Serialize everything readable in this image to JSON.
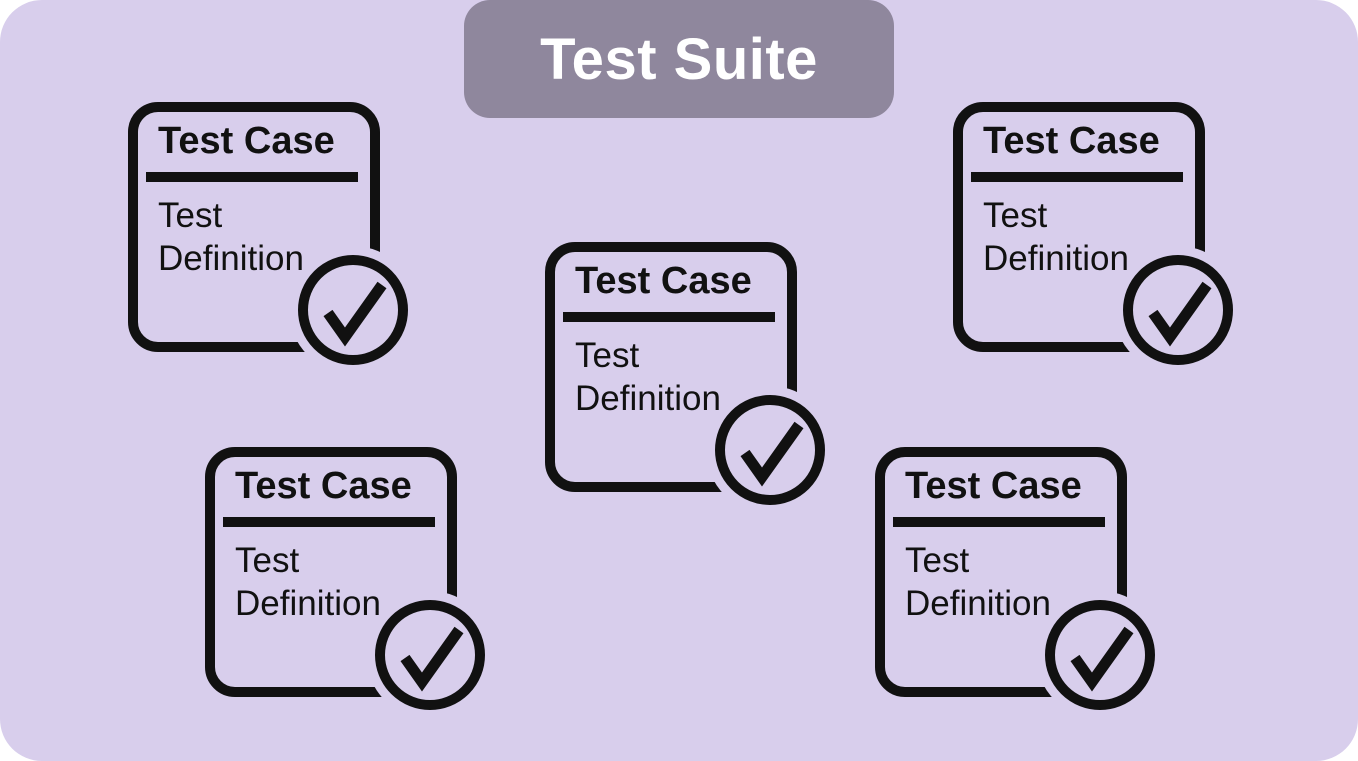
{
  "colors": {
    "bg": "#D8CEEC",
    "banner": "#8F879D",
    "ink": "#111111",
    "banner-text": "#FFFFFF"
  },
  "banner": {
    "title": "Test Suite"
  },
  "cards": [
    {
      "title": "Test Case",
      "body": "Test Definition",
      "status_icon": "check-circle-icon"
    },
    {
      "title": "Test Case",
      "body": "Test Definition",
      "status_icon": "check-circle-icon"
    },
    {
      "title": "Test Case",
      "body": "Test Definition",
      "status_icon": "check-circle-icon"
    },
    {
      "title": "Test Case",
      "body": "Test Definition",
      "status_icon": "check-circle-icon"
    },
    {
      "title": "Test Case",
      "body": "Test Definition",
      "status_icon": "check-circle-icon"
    }
  ]
}
